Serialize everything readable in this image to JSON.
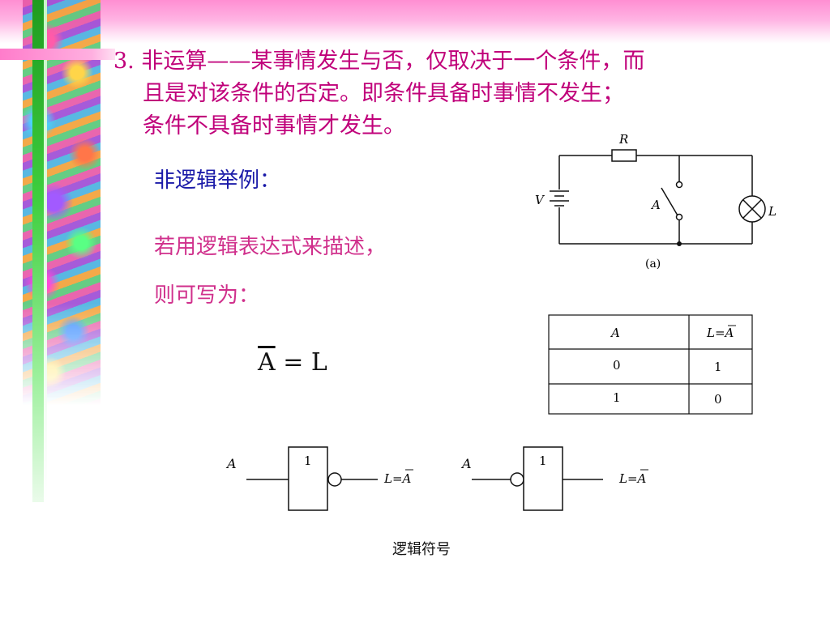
{
  "heading": {
    "number": "3.",
    "term": "非运算",
    "dash": "——",
    "line1_rest": "某事情发生与否，仅取决于一个条件，而",
    "line2": "且是对该条件的否定。即条件具备时事情不发生；",
    "line3": "条件不具备时事情才发生。"
  },
  "example_title": "非逻辑举例：",
  "desc_line1": "若用逻辑表达式来描述，",
  "desc_line2": "则可写为：",
  "formula": {
    "overline_var": "A",
    "equals": " = ",
    "rhs": "L"
  },
  "circuit": {
    "resistor_label": "R",
    "source_label": "V",
    "switch_label": "A",
    "lamp_label": "L",
    "figure_label": "(a)"
  },
  "truth_table": {
    "headers": [
      "A",
      "L=A"
    ],
    "rows": [
      [
        "0",
        "1"
      ],
      [
        "1",
        "0"
      ]
    ]
  },
  "gates": {
    "input_label": "A",
    "box_label": "1",
    "output_label": "L=A"
  },
  "caption": "逻辑符号",
  "colors": {
    "heading": "#c0007a",
    "example_title": "#1a1aa8",
    "description": "#d0308c"
  }
}
